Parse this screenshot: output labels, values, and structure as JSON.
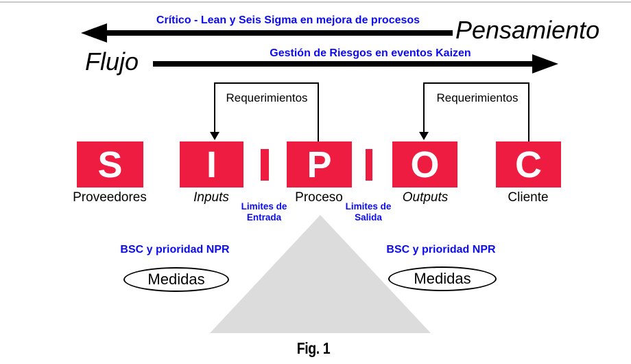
{
  "top": {
    "critico_text": "Crítico - Lean y Seis Sigma en mejora de procesos",
    "pensamiento_label": "Pensamiento",
    "flujo_label": "Flujo",
    "gestion_text": "Gestión de Riesgos en eventos Kaizen"
  },
  "requirements": {
    "left_label": "Requerimientos",
    "right_label": "Requerimientos"
  },
  "sipoc": {
    "boxes": [
      {
        "letter": "S",
        "label": "Proveedores"
      },
      {
        "letter": "I",
        "label": "Inputs"
      },
      {
        "letter": "P",
        "label": "Proceso"
      },
      {
        "letter": "O",
        "label": "Outputs"
      },
      {
        "letter": "C",
        "label": "Cliente"
      }
    ],
    "boundaries": [
      {
        "line1": "Limites de",
        "line2": "Entrada"
      },
      {
        "line1": "Limites de",
        "line2": "Salida"
      }
    ]
  },
  "measures": {
    "left_bsc_text": "BSC y prioridad NPR",
    "right_bsc_text": "BSC y prioridad NPR",
    "left_ellipse_label": "Medidas",
    "right_ellipse_label": "Medidas"
  },
  "figure": {
    "caption": "Fig. 1"
  },
  "colors": {
    "box_red": "#ee1c41",
    "text_blue": "#0b0bee",
    "triangle_gray": "#dcdcdc",
    "arrow_black": "#000000",
    "top_border_gray": "#c9c9c9"
  }
}
